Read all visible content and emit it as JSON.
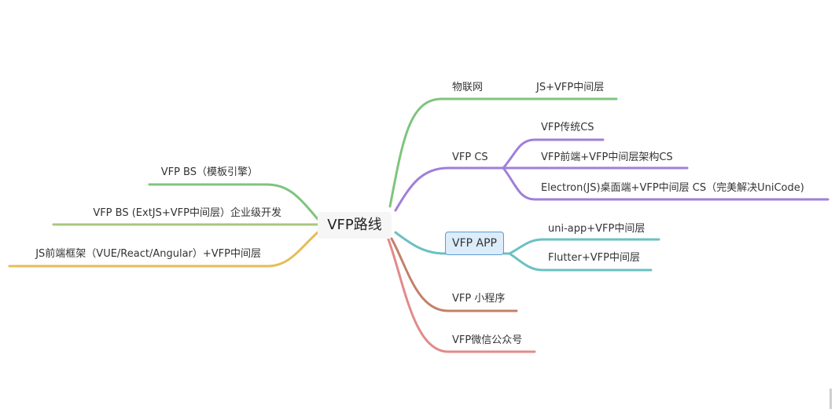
{
  "root": {
    "label": "VFP路线"
  },
  "colors": {
    "iot": "#7fc47f",
    "cs": "#a07fd8",
    "app": "#6cc0c2",
    "mini": "#c4806a",
    "wechat": "#e28a8a",
    "bs_template": "#7fc47f",
    "bs_extjs": "#a8c77e",
    "js_frameworks": "#e5bd5a",
    "selected_fill": "#dcecf9",
    "selected_border": "#5b9bd5"
  },
  "right_branches": {
    "iot": {
      "label": "物联网",
      "children": [
        "JS+VFP中间层"
      ]
    },
    "cs": {
      "label": "VFP CS",
      "children": [
        "VFP传统CS",
        "VFP前端+VFP中间层架构CS",
        "Electron(JS)桌面端+VFP中间层 CS（完美解决UniCode)"
      ]
    },
    "app": {
      "label": "VFP APP",
      "children": [
        "uni-app+VFP中间层",
        "Flutter+VFP中间层"
      ]
    },
    "mini": {
      "label": "VFP 小程序"
    },
    "wechat": {
      "label": "VFP微信公众号"
    }
  },
  "left_branches": {
    "bs_template": {
      "label": "VFP BS（模板引擎）"
    },
    "bs_extjs": {
      "label": "VFP BS (ExtJS+VFP中间层）企业级开发"
    },
    "js_frameworks": {
      "label": "JS前端框架（VUE/React/Angular）+VFP中间层"
    }
  }
}
